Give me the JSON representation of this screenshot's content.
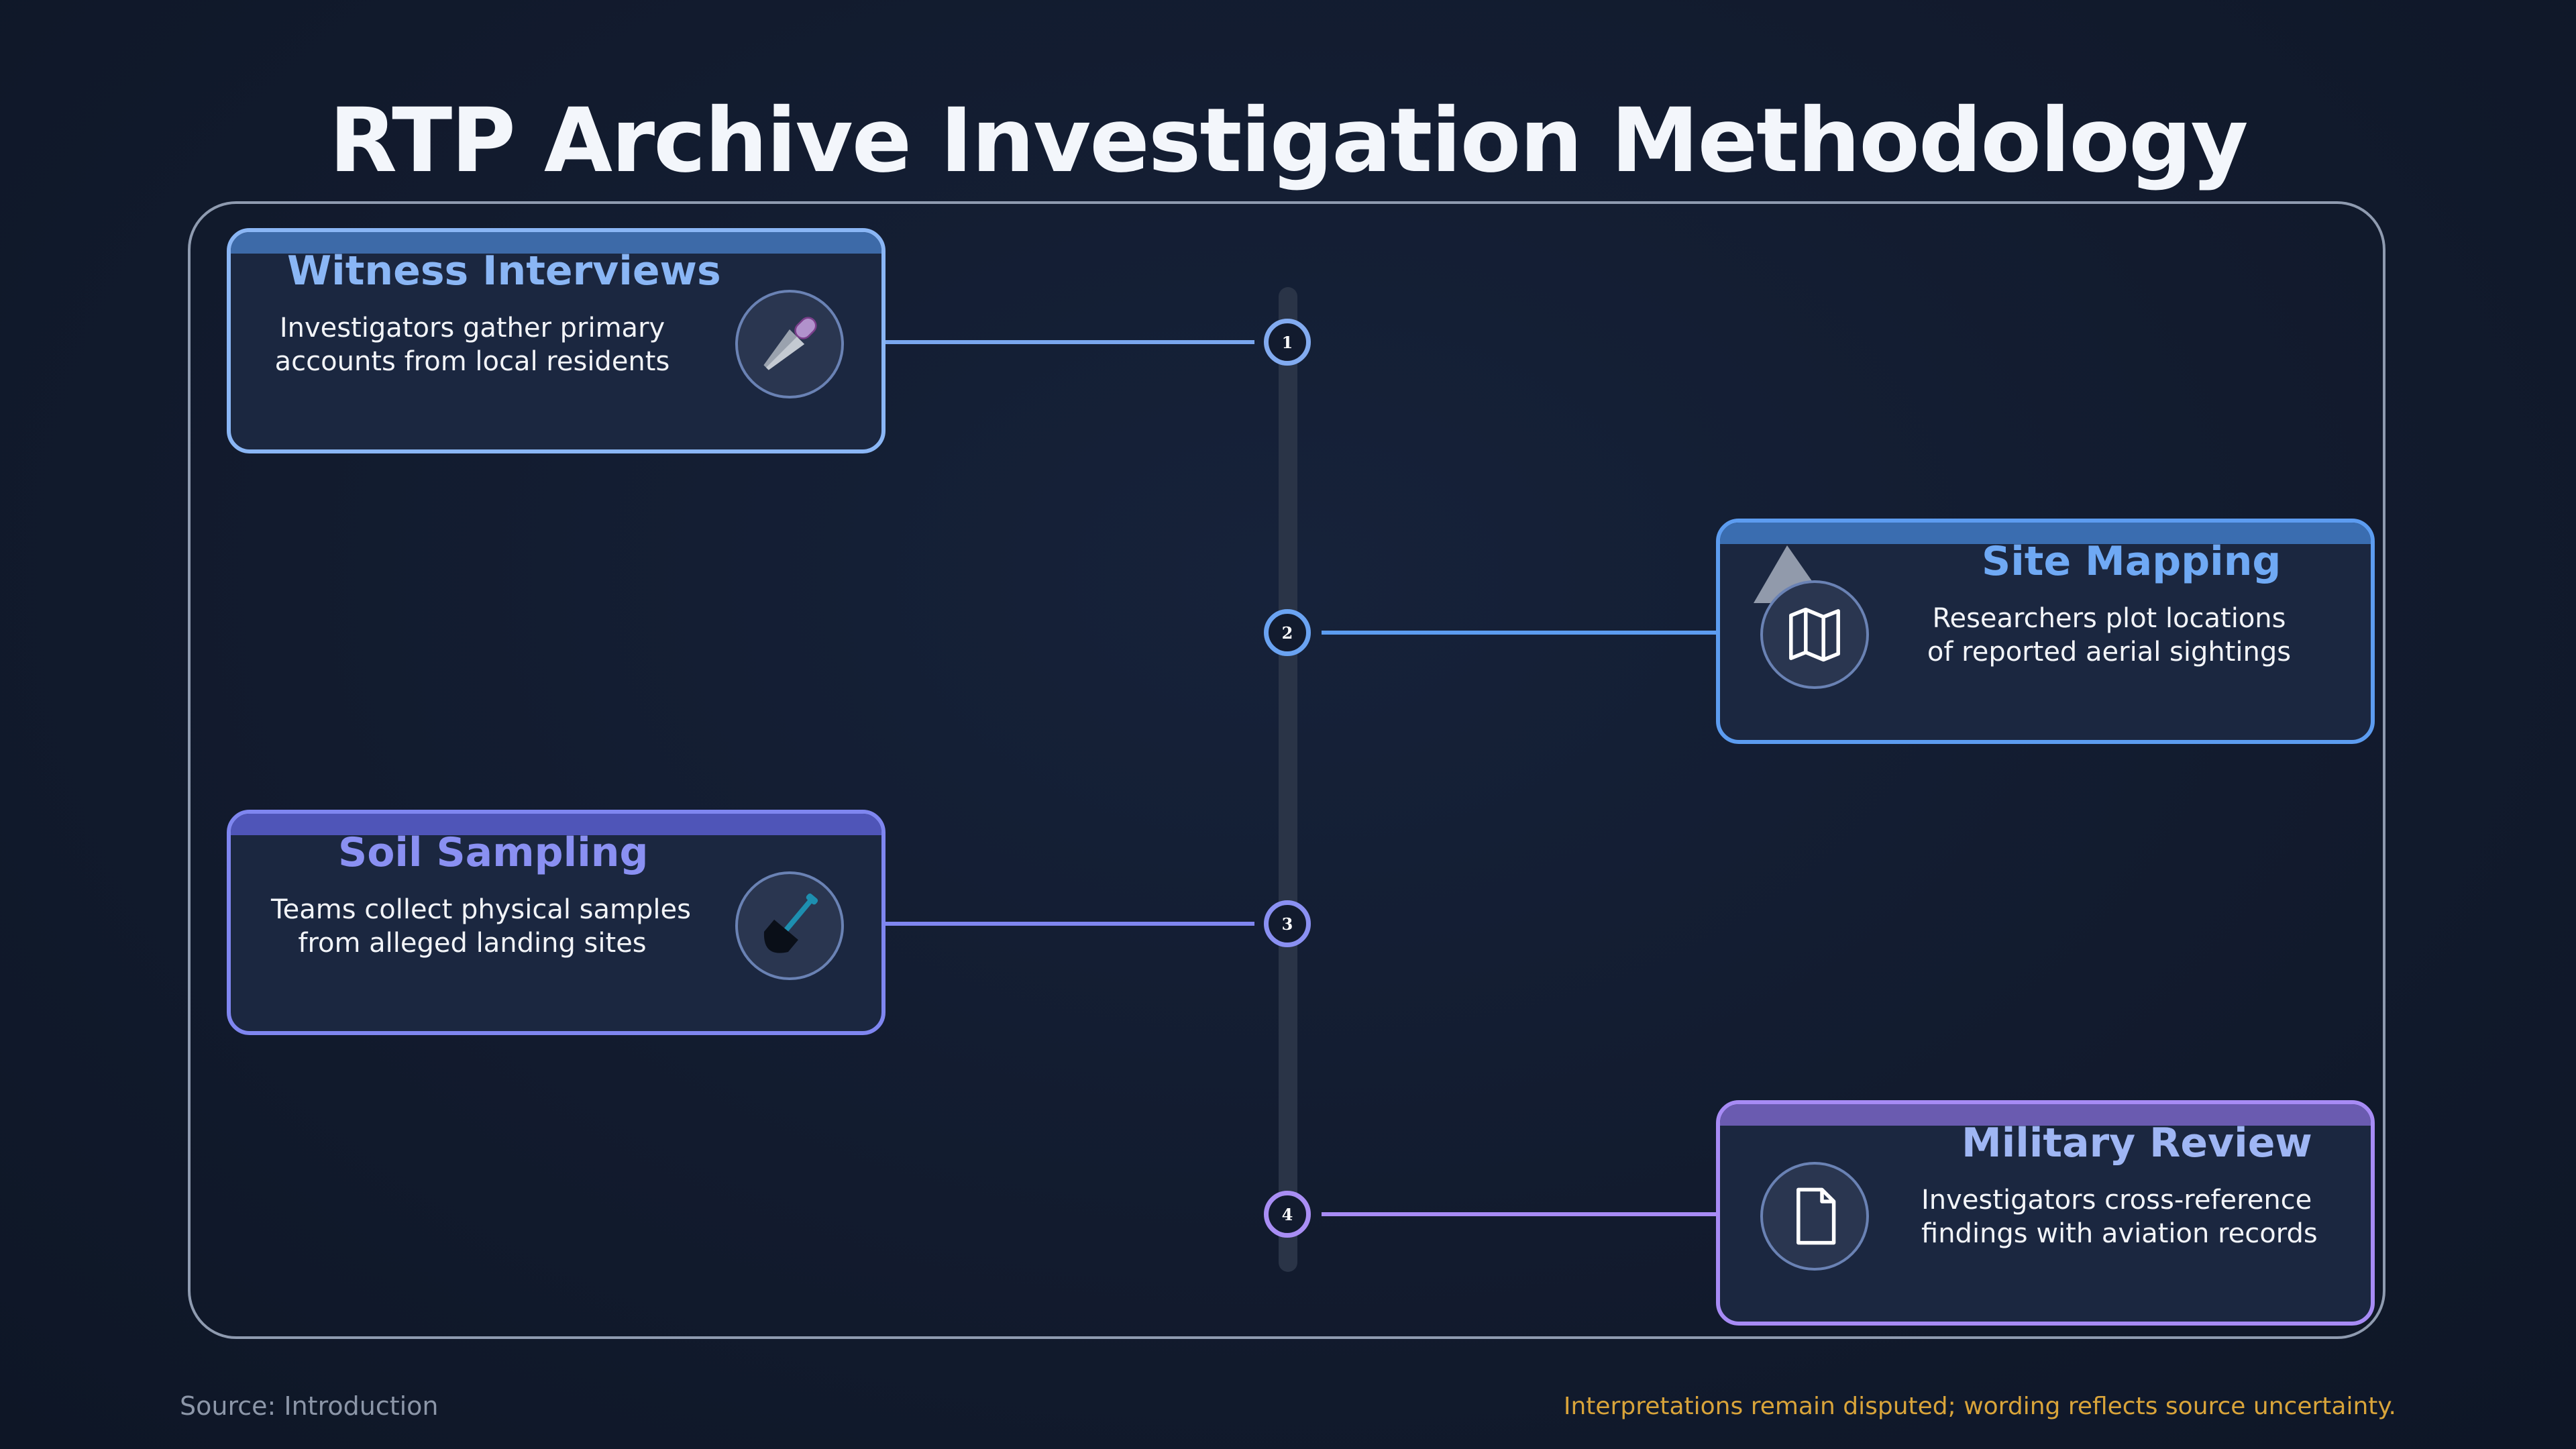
{
  "title": "RTP Archive Investigation Methodology",
  "colors": {
    "accent_blue_light": "#8ab6f5",
    "accent_blue": "#5c9cf0",
    "accent_indigo": "#7f86f0",
    "accent_purple": "#a78bf5",
    "background": "#121b2e",
    "card_fill": "#1b2740",
    "footer_note": "#d9a43a"
  },
  "steps": [
    {
      "number": "1",
      "heading": "Witness Interviews",
      "line1": "Investigators gather primary",
      "line2": "accounts from local residents",
      "icon": "microphone-icon",
      "side": "left"
    },
    {
      "number": "2",
      "heading": "Site Mapping",
      "line1": "Researchers plot locations",
      "line2": "of reported aerial sightings",
      "icon": "map-icon",
      "side": "right"
    },
    {
      "number": "3",
      "heading": "Soil Sampling",
      "line1": "Teams collect physical samples",
      "line2": "from alleged landing sites",
      "icon": "shovel-icon",
      "side": "left"
    },
    {
      "number": "4",
      "heading": "Military Review",
      "line1": "Investigators cross-reference",
      "line2": "findings with aviation records",
      "icon": "document-icon",
      "side": "right"
    }
  ],
  "footer": {
    "source": "Source: Introduction",
    "note": "Interpretations remain disputed; wording reflects source uncertainty."
  }
}
